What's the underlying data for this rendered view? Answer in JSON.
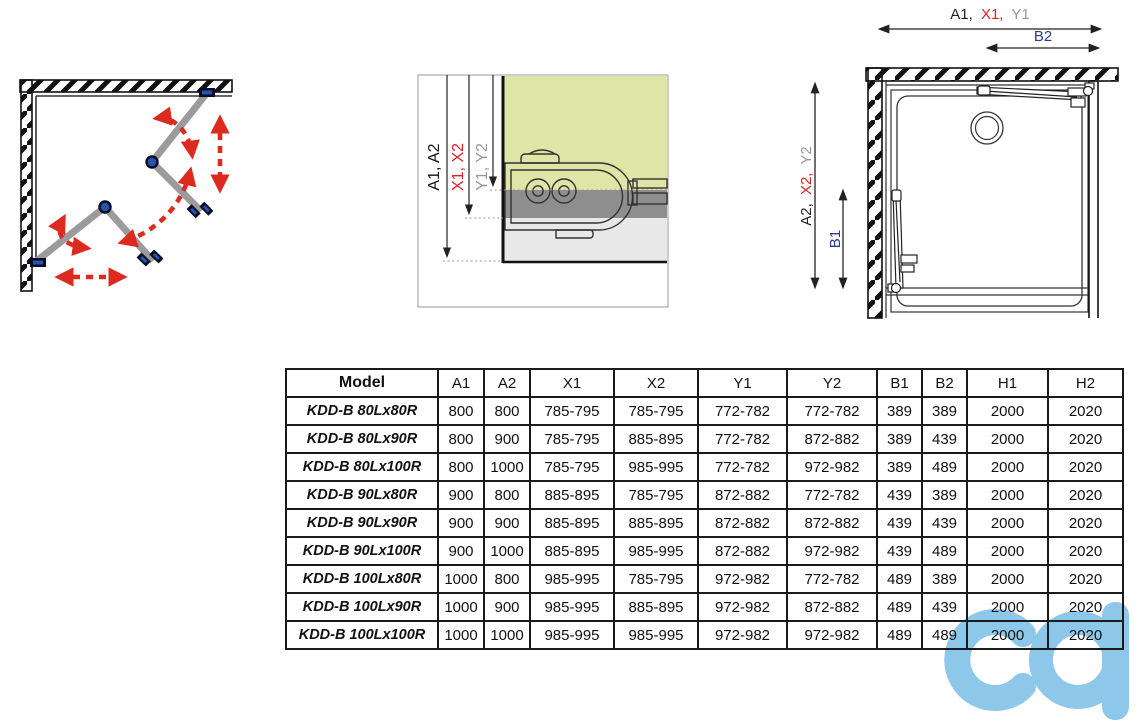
{
  "palette": {
    "red": "#e02222",
    "gray": "#97979f",
    "blue": "#2b3a96",
    "dark": "#1a1a1a",
    "green_panel": "#dde5a7",
    "band_dark": "#8e8e8e",
    "band_light": "#e8e8e8",
    "door_gray": "#9b9b9b",
    "hinge_blue": "#2456a8",
    "arrow_red": "#dd2a1f",
    "watermark_blue": "#8dc8ea"
  },
  "diagrams": {
    "section_view": {
      "label_a": "A1, A2",
      "label_x": "X1, X2",
      "label_y": "Y1, Y2"
    },
    "top_view": {
      "width_label_a": "A1,",
      "width_label_x": "X1,",
      "width_label_y": "Y1",
      "width_label_b": "B2",
      "depth_label_a": "A2,",
      "depth_label_x": "X2,",
      "depth_label_y": "Y2",
      "depth_label_b": "B1"
    }
  },
  "table": {
    "headers": [
      {
        "label": "Model",
        "color": "dark"
      },
      {
        "label": "A1",
        "color": "dark"
      },
      {
        "label": "A2",
        "color": "dark"
      },
      {
        "label": "X1",
        "color": "red"
      },
      {
        "label": "X2",
        "color": "red"
      },
      {
        "label": "Y1",
        "color": "gray"
      },
      {
        "label": "Y2",
        "color": "gray"
      },
      {
        "label": "B1",
        "color": "blue"
      },
      {
        "label": "B2",
        "color": "blue"
      },
      {
        "label": "H1",
        "color": "dark"
      },
      {
        "label": "H2",
        "color": "dark"
      }
    ],
    "rows": [
      [
        "KDD-B 80Lx80R",
        "800",
        "800",
        "785-795",
        "785-795",
        "772-782",
        "772-782",
        "389",
        "389",
        "2000",
        "2020"
      ],
      [
        "KDD-B 80Lx90R",
        "800",
        "900",
        "785-795",
        "885-895",
        "772-782",
        "872-882",
        "389",
        "439",
        "2000",
        "2020"
      ],
      [
        "KDD-B 80Lx100R",
        "800",
        "1000",
        "785-795",
        "985-995",
        "772-782",
        "972-982",
        "389",
        "489",
        "2000",
        "2020"
      ],
      [
        "KDD-B 90Lx80R",
        "900",
        "800",
        "885-895",
        "785-795",
        "872-882",
        "772-782",
        "439",
        "389",
        "2000",
        "2020"
      ],
      [
        "KDD-B 90Lx90R",
        "900",
        "900",
        "885-895",
        "885-895",
        "872-882",
        "872-882",
        "439",
        "439",
        "2000",
        "2020"
      ],
      [
        "KDD-B 90Lx100R",
        "900",
        "1000",
        "885-895",
        "985-995",
        "872-882",
        "972-982",
        "439",
        "489",
        "2000",
        "2020"
      ],
      [
        "KDD-B 100Lx80R",
        "1000",
        "800",
        "985-995",
        "785-795",
        "972-982",
        "772-782",
        "489",
        "389",
        "2000",
        "2020"
      ],
      [
        "KDD-B 100Lx90R",
        "1000",
        "900",
        "985-995",
        "885-895",
        "972-982",
        "872-882",
        "489",
        "439",
        "2000",
        "2020"
      ],
      [
        "KDD-B 100Lx100R",
        "1000",
        "1000",
        "985-995",
        "985-995",
        "972-982",
        "972-982",
        "489",
        "489",
        "2000",
        "2020"
      ]
    ]
  }
}
